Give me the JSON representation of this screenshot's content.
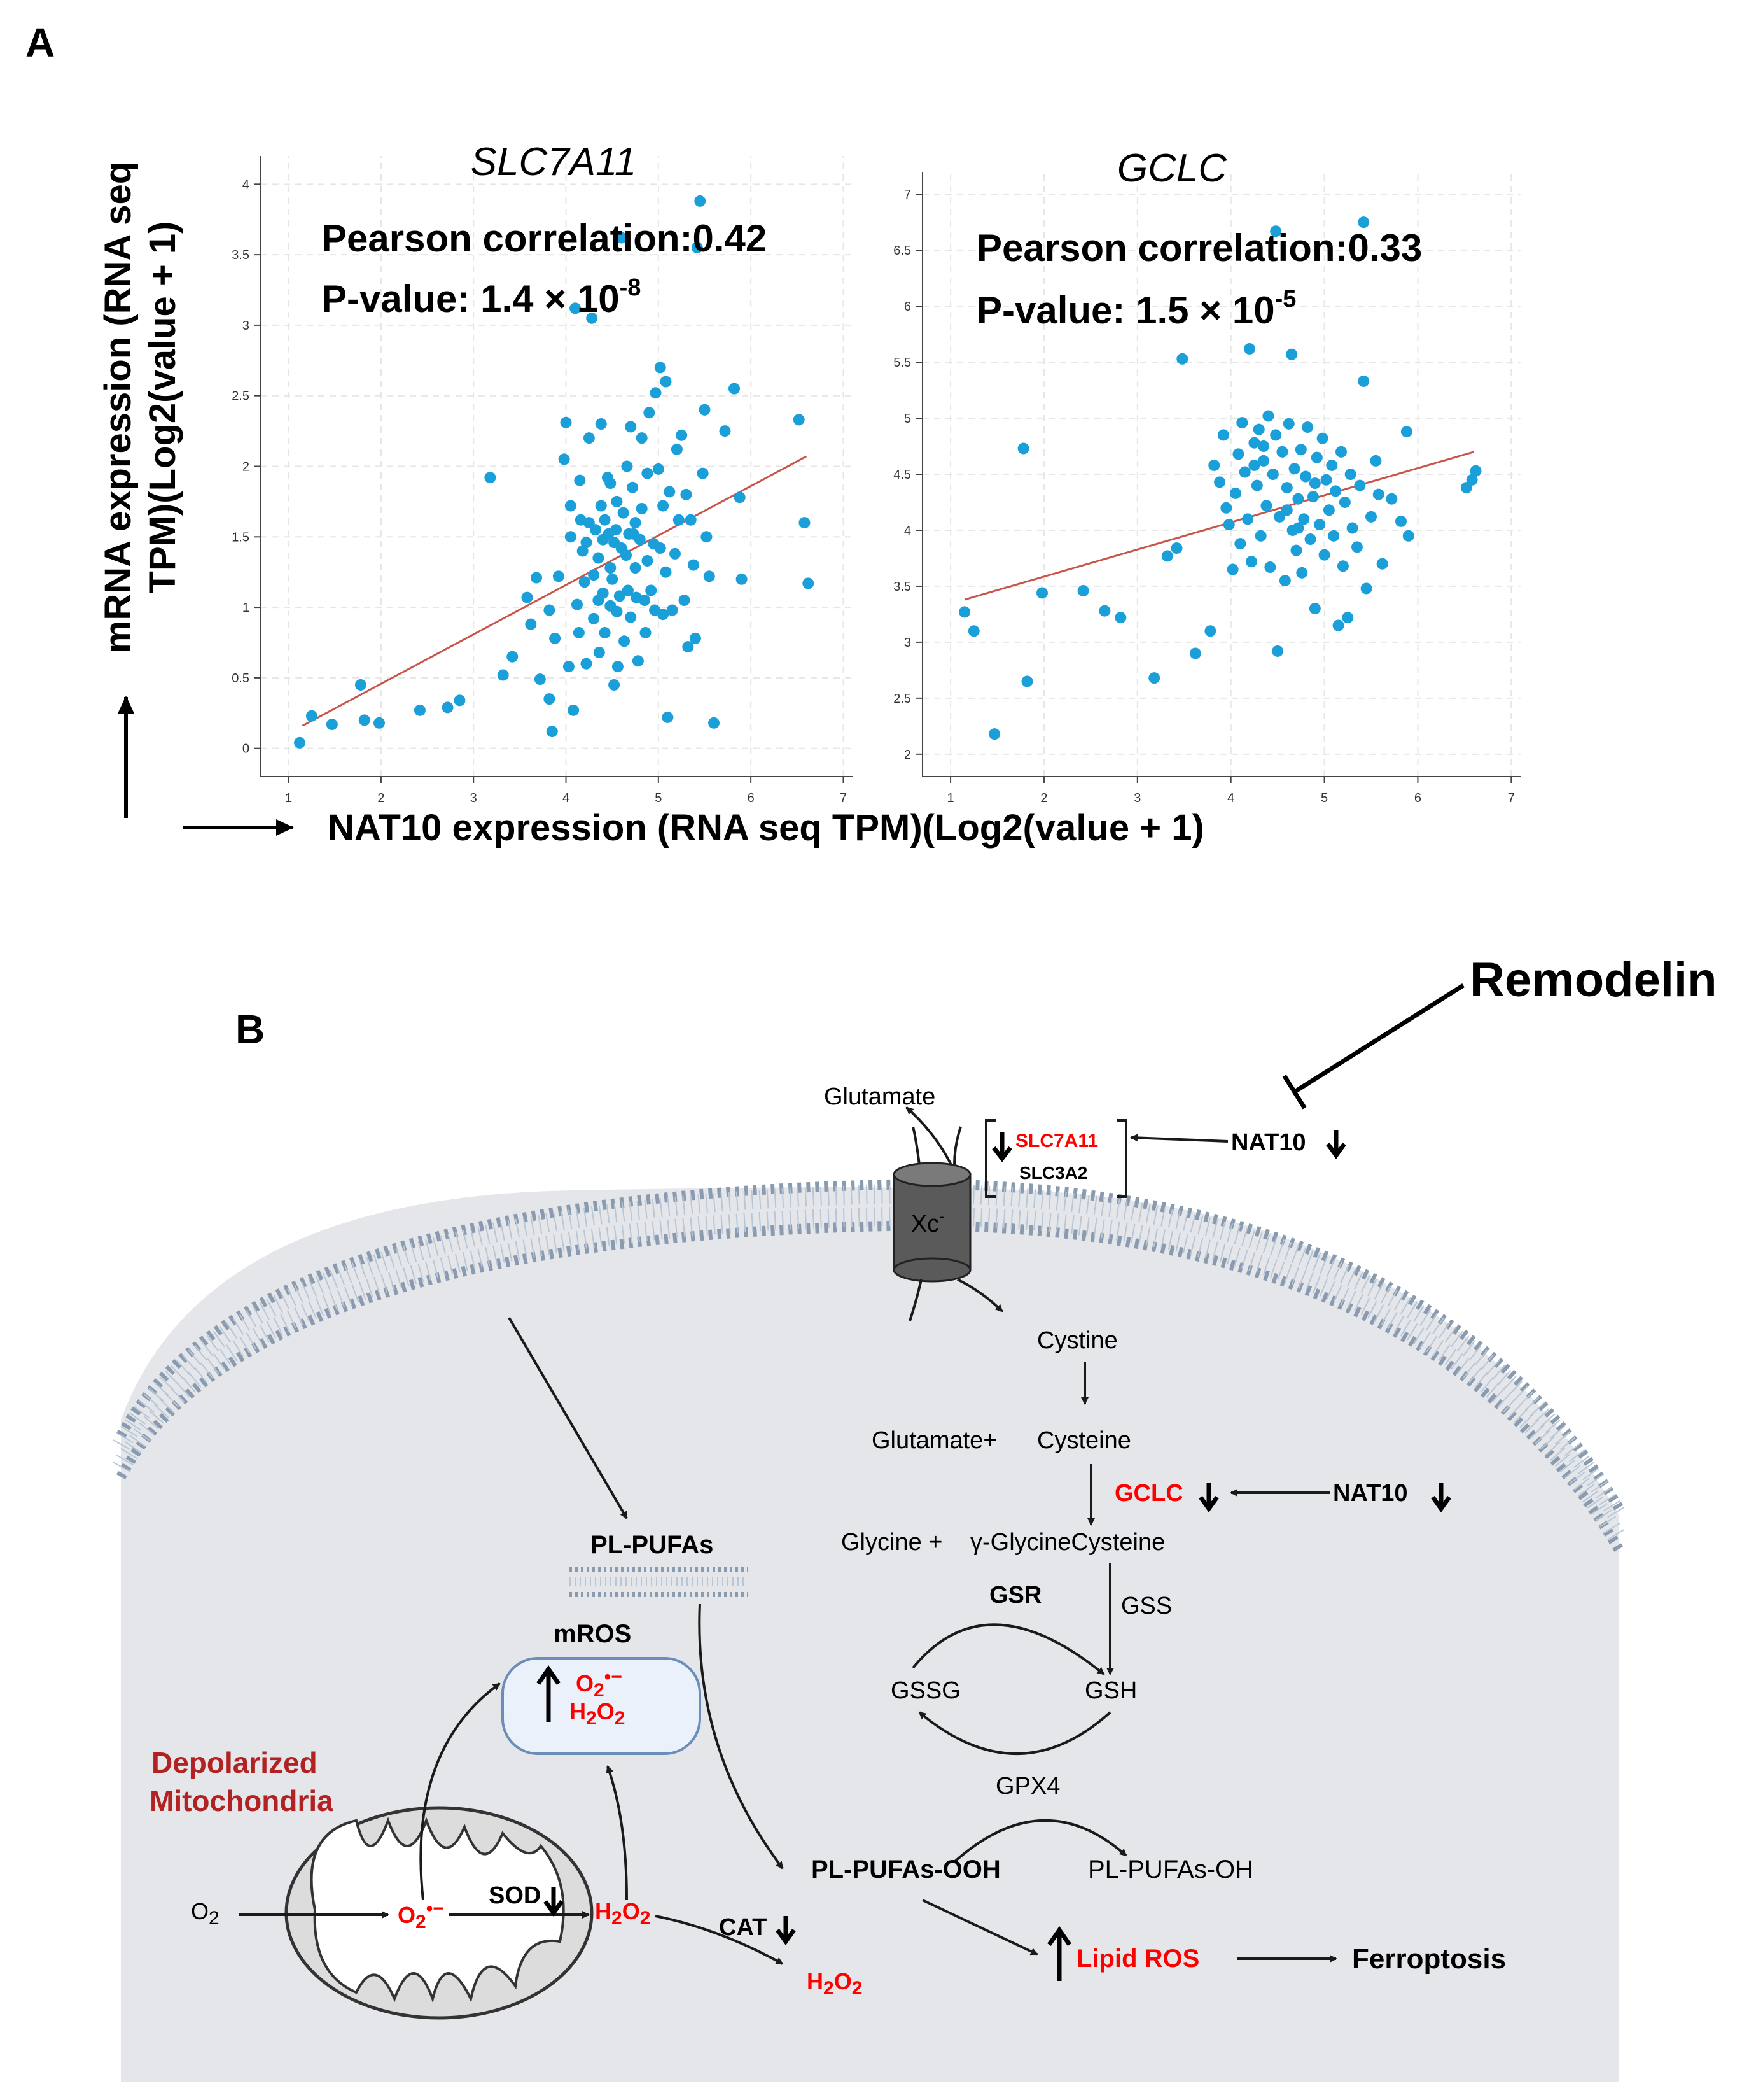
{
  "panel_a": {
    "letter": "A",
    "y_axis_label_line1": "mRNA expression (RNA seq",
    "y_axis_label_line2": "TPM)(Log2(value + 1)",
    "x_axis_label": "NAT10 expression (RNA seq TPM)(Log2(value + 1)"
  },
  "panel_b": {
    "letter": "B",
    "remodelin": "Remodelin",
    "glutamate_top": "Glutamate",
    "slc7a11": "SLC7A11",
    "slc3a2": "SLC3A2",
    "nat10_top": "NAT10",
    "xc": "Xc",
    "xc_sup": "-",
    "cystine": "Cystine",
    "glutamate_plus": "Glutamate+",
    "cysteine": "Cysteine",
    "gclc": "GCLC",
    "nat10_mid": "NAT10",
    "glycine_plus": "Glycine  +",
    "gamma_glycinecysteine": "γ-GlycineCysteine",
    "gsr": "GSR",
    "gss": "GSS",
    "gssg": "GSSG",
    "gsh": "GSH",
    "gpx4": "GPX4",
    "pl_pufas": "PL-PUFAs",
    "mros": "mROS",
    "o2_radical_html": "O<sub>2</sub><sup>•−</sup>",
    "h2o2_html": "H<sub>2</sub>O<sub>2</sub>",
    "depolarized_line1": "Depolarized",
    "depolarized_line2": "Mitochondria",
    "o2_html": "O<sub>2</sub>",
    "sod": "SOD",
    "cat": "CAT",
    "pl_pufas_ooh": "PL-PUFAs-OOH",
    "pl_pufas_oh": "PL-PUFAs-OH",
    "lipid_ros": "Lipid ROS",
    "ferroptosis": "Ferroptosis"
  },
  "colors": {
    "point": "#1b9fd9",
    "fit_line": "#c8554a",
    "highlight_red": "#ff0000",
    "dark_red": "#b22222",
    "cell_fill": "#e4e6ea",
    "membrane": "#8a9bb0"
  },
  "chart_data": [
    {
      "type": "scatter",
      "title": "SLC7A11",
      "annotation_line1": "Pearson correlation:0.42",
      "annotation_line2_html": "P-value: 1.4 × 10<sup>-8</sup>",
      "xlim": [
        0.7,
        7.1
      ],
      "ylim": [
        -0.2,
        4.2
      ],
      "x_ticks": [
        "1",
        "2",
        "3",
        "4",
        "5",
        "6",
        "7"
      ],
      "y_ticks": [
        "0",
        "0.5",
        "1",
        "1.5",
        "2",
        "2.5",
        "3",
        "3.5",
        "4"
      ],
      "fit_line": {
        "x": [
          1.15,
          6.6
        ],
        "y": [
          0.16,
          2.07
        ]
      },
      "points": [
        [
          1.12,
          0.04
        ],
        [
          1.25,
          0.23
        ],
        [
          1.47,
          0.17
        ],
        [
          1.78,
          0.45
        ],
        [
          1.82,
          0.2
        ],
        [
          1.98,
          0.18
        ],
        [
          2.42,
          0.27
        ],
        [
          2.72,
          0.29
        ],
        [
          2.85,
          0.34
        ],
        [
          3.18,
          1.92
        ],
        [
          3.32,
          0.52
        ],
        [
          3.42,
          0.65
        ],
        [
          3.58,
          1.07
        ],
        [
          3.62,
          0.88
        ],
        [
          3.68,
          1.21
        ],
        [
          3.72,
          0.49
        ],
        [
          3.82,
          0.35
        ],
        [
          3.82,
          0.98
        ],
        [
          3.85,
          0.12
        ],
        [
          3.88,
          0.78
        ],
        [
          3.92,
          1.22
        ],
        [
          3.98,
          2.05
        ],
        [
          4.0,
          2.31
        ],
        [
          4.03,
          0.58
        ],
        [
          4.05,
          1.5
        ],
        [
          4.05,
          1.72
        ],
        [
          4.08,
          0.27
        ],
        [
          4.12,
          1.02
        ],
        [
          4.14,
          0.82
        ],
        [
          4.16,
          1.62
        ],
        [
          4.18,
          1.4
        ],
        [
          4.2,
          1.18
        ],
        [
          4.22,
          0.6
        ],
        [
          4.25,
          2.2
        ],
        [
          4.25,
          1.6
        ],
        [
          4.3,
          1.23
        ],
        [
          4.3,
          0.92
        ],
        [
          4.32,
          1.55
        ],
        [
          4.35,
          1.05
        ],
        [
          4.35,
          1.35
        ],
        [
          4.36,
          0.68
        ],
        [
          4.38,
          2.3
        ],
        [
          4.38,
          1.72
        ],
        [
          4.4,
          1.48
        ],
        [
          4.42,
          0.82
        ],
        [
          4.42,
          1.62
        ],
        [
          4.45,
          1.92
        ],
        [
          4.46,
          1.52
        ],
        [
          4.48,
          1.28
        ],
        [
          4.48,
          1.01
        ],
        [
          4.5,
          1.2
        ],
        [
          4.52,
          0.45
        ],
        [
          4.52,
          1.46
        ],
        [
          4.54,
          1.55
        ],
        [
          4.55,
          0.97
        ],
        [
          4.56,
          0.58
        ],
        [
          4.58,
          1.08
        ],
        [
          4.6,
          1.42
        ],
        [
          4.62,
          1.67
        ],
        [
          4.63,
          0.76
        ],
        [
          4.65,
          1.37
        ],
        [
          4.66,
          2.0
        ],
        [
          4.67,
          1.12
        ],
        [
          4.68,
          1.52
        ],
        [
          4.7,
          0.93
        ],
        [
          4.7,
          2.28
        ],
        [
          4.72,
          1.85
        ],
        [
          4.73,
          1.52
        ],
        [
          4.75,
          1.28
        ],
        [
          4.76,
          1.07
        ],
        [
          4.78,
          0.62
        ],
        [
          4.8,
          1.48
        ],
        [
          4.82,
          2.2
        ],
        [
          4.82,
          1.7
        ],
        [
          4.85,
          1.05
        ],
        [
          4.86,
          0.82
        ],
        [
          4.88,
          1.33
        ],
        [
          4.88,
          1.95
        ],
        [
          4.9,
          2.38
        ],
        [
          4.92,
          1.12
        ],
        [
          4.95,
          1.45
        ],
        [
          4.96,
          0.98
        ],
        [
          4.97,
          2.52
        ],
        [
          5.0,
          1.98
        ],
        [
          5.02,
          1.42
        ],
        [
          5.02,
          2.7
        ],
        [
          5.05,
          1.72
        ],
        [
          5.08,
          1.25
        ],
        [
          5.08,
          2.6
        ],
        [
          5.1,
          0.22
        ],
        [
          5.12,
          1.82
        ],
        [
          5.15,
          0.98
        ],
        [
          5.18,
          1.38
        ],
        [
          5.2,
          2.12
        ],
        [
          5.22,
          1.62
        ],
        [
          5.25,
          2.22
        ],
        [
          5.28,
          1.05
        ],
        [
          5.3,
          1.8
        ],
        [
          5.32,
          0.72
        ],
        [
          5.35,
          1.62
        ],
        [
          5.38,
          1.3
        ],
        [
          5.4,
          0.78
        ],
        [
          5.42,
          3.55
        ],
        [
          5.45,
          3.88
        ],
        [
          5.48,
          1.95
        ],
        [
          5.5,
          2.4
        ],
        [
          5.52,
          1.5
        ],
        [
          5.55,
          1.22
        ],
        [
          5.6,
          0.18
        ],
        [
          5.72,
          2.25
        ],
        [
          5.82,
          2.55
        ],
        [
          5.88,
          1.78
        ],
        [
          5.9,
          1.2
        ],
        [
          6.52,
          2.33
        ],
        [
          6.58,
          1.6
        ],
        [
          6.62,
          1.17
        ],
        [
          4.6,
          3.62
        ],
        [
          4.28,
          3.05
        ],
        [
          4.1,
          3.12
        ],
        [
          4.48,
          1.88
        ],
        [
          4.22,
          1.46
        ],
        [
          4.75,
          1.6
        ],
        [
          4.4,
          1.1
        ],
        [
          5.05,
          0.95
        ],
        [
          4.55,
          1.75
        ],
        [
          4.15,
          1.9
        ]
      ]
    },
    {
      "type": "scatter",
      "title": "GCLC",
      "annotation_line1": "Pearson correlation:0.33",
      "annotation_line2_html": "P-value: 1.5 × 10<sup>-5</sup>",
      "xlim": [
        0.7,
        7.1
      ],
      "ylim": [
        1.8,
        7.2
      ],
      "x_ticks": [
        "1",
        "2",
        "3",
        "4",
        "5",
        "6",
        "7"
      ],
      "y_ticks": [
        "2",
        "2.5",
        "3",
        "3.5",
        "4",
        "4.5",
        "5",
        "5.5",
        "6",
        "6.5",
        "7"
      ],
      "fit_line": {
        "x": [
          1.15,
          6.6
        ],
        "y": [
          3.38,
          4.7
        ]
      },
      "points": [
        [
          1.15,
          3.27
        ],
        [
          1.25,
          3.1
        ],
        [
          1.47,
          2.18
        ],
        [
          1.78,
          4.73
        ],
        [
          1.82,
          2.65
        ],
        [
          1.98,
          3.44
        ],
        [
          2.42,
          3.46
        ],
        [
          2.65,
          3.28
        ],
        [
          2.82,
          3.22
        ],
        [
          3.18,
          2.68
        ],
        [
          3.32,
          3.77
        ],
        [
          3.42,
          3.84
        ],
        [
          3.48,
          5.53
        ],
        [
          3.62,
          2.9
        ],
        [
          3.78,
          3.1
        ],
        [
          3.82,
          4.58
        ],
        [
          3.88,
          4.43
        ],
        [
          3.92,
          4.85
        ],
        [
          3.95,
          4.2
        ],
        [
          3.98,
          4.05
        ],
        [
          4.02,
          3.65
        ],
        [
          4.05,
          4.33
        ],
        [
          4.08,
          4.68
        ],
        [
          4.1,
          3.88
        ],
        [
          4.12,
          4.96
        ],
        [
          4.15,
          4.52
        ],
        [
          4.18,
          4.1
        ],
        [
          4.2,
          5.62
        ],
        [
          4.22,
          3.72
        ],
        [
          4.25,
          4.78
        ],
        [
          4.28,
          4.4
        ],
        [
          4.3,
          4.9
        ],
        [
          4.32,
          3.95
        ],
        [
          4.35,
          4.62
        ],
        [
          4.38,
          4.22
        ],
        [
          4.4,
          5.02
        ],
        [
          4.42,
          3.67
        ],
        [
          4.45,
          4.5
        ],
        [
          4.48,
          4.85
        ],
        [
          4.5,
          2.92
        ],
        [
          4.52,
          4.12
        ],
        [
          4.55,
          4.7
        ],
        [
          4.58,
          3.55
        ],
        [
          4.6,
          4.38
        ],
        [
          4.62,
          4.95
        ],
        [
          4.65,
          5.57
        ],
        [
          4.66,
          4.0
        ],
        [
          4.68,
          4.55
        ],
        [
          4.7,
          3.82
        ],
        [
          4.72,
          4.28
        ],
        [
          4.75,
          4.72
        ],
        [
          4.76,
          3.62
        ],
        [
          4.78,
          4.1
        ],
        [
          4.8,
          4.48
        ],
        [
          4.82,
          4.92
        ],
        [
          4.85,
          3.92
        ],
        [
          4.88,
          4.3
        ],
        [
          4.9,
          3.3
        ],
        [
          4.92,
          4.65
        ],
        [
          4.95,
          4.05
        ],
        [
          4.98,
          4.82
        ],
        [
          5.0,
          3.78
        ],
        [
          5.02,
          4.45
        ],
        [
          5.05,
          4.18
        ],
        [
          5.08,
          4.58
        ],
        [
          5.1,
          3.95
        ],
        [
          5.12,
          4.35
        ],
        [
          5.15,
          3.15
        ],
        [
          5.18,
          4.7
        ],
        [
          5.2,
          3.68
        ],
        [
          5.22,
          4.25
        ],
        [
          5.25,
          3.22
        ],
        [
          5.28,
          4.5
        ],
        [
          5.3,
          4.02
        ],
        [
          5.35,
          3.85
        ],
        [
          5.38,
          4.4
        ],
        [
          5.42,
          5.33
        ],
        [
          5.45,
          3.48
        ],
        [
          5.5,
          4.12
        ],
        [
          5.55,
          4.62
        ],
        [
          5.58,
          4.32
        ],
        [
          5.62,
          3.7
        ],
        [
          5.72,
          4.28
        ],
        [
          5.82,
          4.08
        ],
        [
          5.88,
          4.88
        ],
        [
          5.9,
          3.95
        ],
        [
          6.52,
          4.38
        ],
        [
          6.58,
          4.45
        ],
        [
          6.62,
          4.53
        ],
        [
          4.48,
          6.67
        ],
        [
          5.42,
          6.75
        ],
        [
          4.35,
          4.75
        ],
        [
          4.6,
          4.18
        ],
        [
          4.9,
          4.42
        ],
        [
          4.25,
          4.58
        ],
        [
          4.72,
          4.02
        ]
      ]
    }
  ]
}
